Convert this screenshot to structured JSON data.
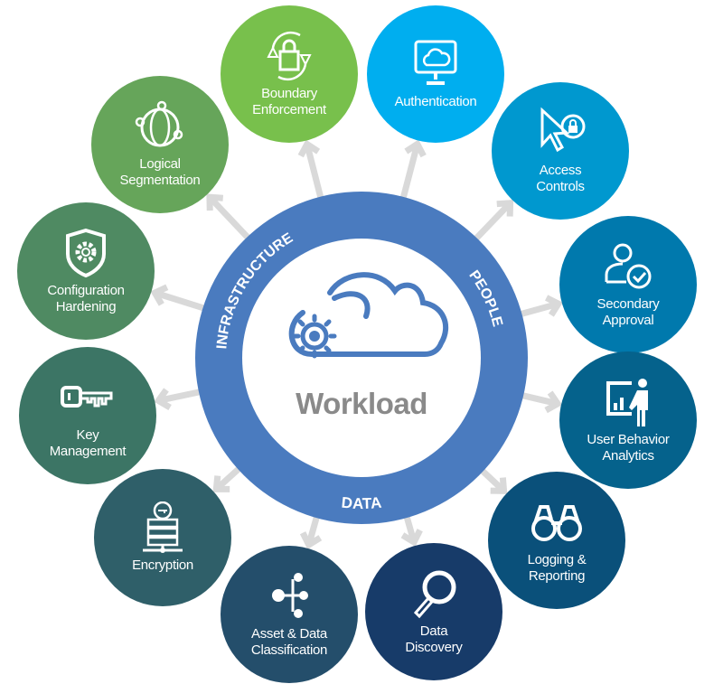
{
  "center": {
    "title": "Workload",
    "ring_labels": {
      "infrastructure": "INFRASTRUCTURE",
      "people": "PEOPLE",
      "data": "DATA"
    }
  },
  "colors": {
    "ring": "#4a7bbf",
    "arrow": "#d9d9d9",
    "workload_text": "#8a8a8a"
  },
  "nodes": [
    {
      "label": "Boundary\nEnforcement",
      "icon": "lock-cycle-icon",
      "color": "#78c04c"
    },
    {
      "label": "Authentication",
      "icon": "monitor-cloud-icon",
      "color": "#00aeef"
    },
    {
      "label": "Access\nControls",
      "icon": "cursor-lock-icon",
      "color": "#0098cf"
    },
    {
      "label": "Secondary\nApproval",
      "icon": "user-check-icon",
      "color": "#0079ad"
    },
    {
      "label": "User Behavior\nAnalytics",
      "icon": "presenter-chart-icon",
      "color": "#05628c"
    },
    {
      "label": "Logging &\nReporting",
      "icon": "binoculars-icon",
      "color": "#0a507a"
    },
    {
      "label": "Data\nDiscovery",
      "icon": "magnifier-icon",
      "color": "#173b69"
    },
    {
      "label": "Asset & Data\nClassification",
      "icon": "branch-nodes-icon",
      "color": "#244e6b"
    },
    {
      "label": "Encryption",
      "icon": "server-key-icon",
      "color": "#2f5f69"
    },
    {
      "label": "Key\nManagement",
      "icon": "key-icon",
      "color": "#3c7565"
    },
    {
      "label": "Configuration\nHardening",
      "icon": "shield-gear-icon",
      "color": "#4f8a62"
    },
    {
      "label": "Logical\nSegmentation",
      "icon": "network-globe-icon",
      "color": "#66a55a"
    }
  ]
}
